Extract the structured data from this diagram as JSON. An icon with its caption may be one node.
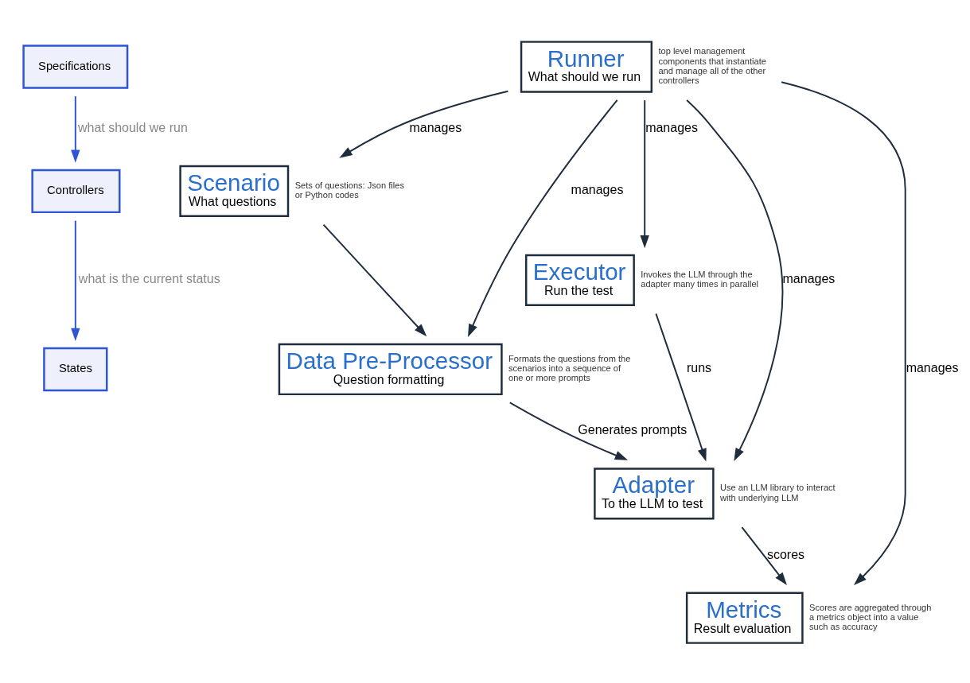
{
  "diagram": {
    "nodes": [
      {
        "text": [
          "Specifications"
        ]
      },
      {
        "text": [
          "Controllers"
        ]
      },
      {
        "text": [
          "States"
        ]
      },
      {
        "text": [
          "Runner",
          "What should we run"
        ],
        "beside": [
          "top level management components that instantiate and manage all of the other controllers"
        ]
      },
      {
        "text": [
          "Scenario",
          "What questions"
        ],
        "beside": [
          "Sets of questions: Json files or Python codes"
        ]
      },
      {
        "text": [
          "Data Pre-Processor",
          "Question formatting"
        ],
        "beside": [
          "Formats the questions from the scenarios into a sequence of one or more prompts"
        ]
      },
      {
        "text": [
          "Executor",
          "Run the test"
        ],
        "beside": [
          "Invokes the LLM through the adapter many times in parallel"
        ]
      },
      {
        "text": [
          "Adapter",
          "To the LLM to test"
        ],
        "beside": [
          "Use an LLM library to interact with underlying LLM"
        ]
      },
      {
        "text": [
          "Metrics",
          "Result evaluation"
        ],
        "beside": [
          "Scores are aggregated through a metrics object into a value such as accuracy"
        ]
      }
    ],
    "edges": [
      {
        "from": 0,
        "to": 1,
        "arrow": "to",
        "label": "what should we run",
        "color": "#2f55d4"
      },
      {
        "from": 1,
        "to": 2,
        "arrow": "to",
        "label": "what is the current status",
        "color": "#2f55d4"
      },
      {
        "from": 3,
        "to": 4,
        "arrow": "to",
        "label": "manages"
      },
      {
        "from": 3,
        "to": 5,
        "arrow": "to",
        "label": "manages"
      },
      {
        "from": 3,
        "to": 6,
        "arrow": "to",
        "label": "manages"
      },
      {
        "from": 3,
        "to": 7,
        "arrow": "to",
        "label": "manages"
      },
      {
        "from": 3,
        "to": 8,
        "arrow": "to",
        "label": "manages"
      },
      {
        "from": 4,
        "to": 5,
        "arrow": "to"
      },
      {
        "from": 5,
        "to": 7,
        "arrow": "to",
        "label": "Generates prompts"
      },
      {
        "from": 6,
        "to": 7,
        "arrow": "to",
        "label": "runs"
      },
      {
        "from": 7,
        "to": 8,
        "arrow": "to",
        "label": "scores"
      }
    ]
  }
}
